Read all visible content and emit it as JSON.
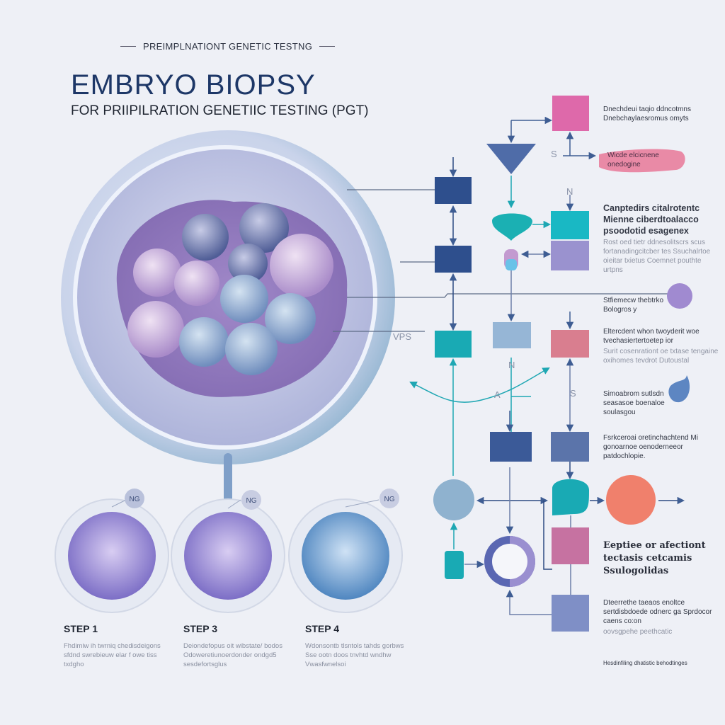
{
  "header": {
    "kicker": "PREIMPLNATIONT GENETIC TESTNG",
    "title": "EMBRYO BIOPSY",
    "subtitle": "FOR PRIIPILRATION GENETIIC TESTING (PGT)"
  },
  "embryo": {
    "side_label": "VPS"
  },
  "steps": [
    {
      "badge": "NG",
      "label": "STEP 1",
      "desc": "Fhdimiw ih twrniq chedisdeigons sfdnd swrebieuw elar f owe tiss txdgho"
    },
    {
      "badge": "NG",
      "label": "STEP 3",
      "desc": "Deiondefopus oit wibstate/ bodos Odoweretiunoerdonder ondgd5 sesdefortsglus"
    },
    {
      "badge": "NG",
      "label": "STEP 4",
      "desc": "Wdonsontb tlsntols tahds gorbws Sse ootn doos tnvhtd wndhw Vwasfwnelsoi"
    }
  ],
  "flow_labels": {
    "s1": "S",
    "n1": "N",
    "n2": "N",
    "a1": "A",
    "s2": "S"
  },
  "side_notes": [
    {
      "type": "rt",
      "text": "Dnechdeui taqio ddncotmns Dnebchaylaesromus omyts"
    },
    {
      "type": "pill",
      "text": "Wicde elcicnene onedogine"
    },
    {
      "type": "rh",
      "text": "Canptedirs citalrotentc Mienne ciberdtoalacco psoodotid esagenex",
      "sub": "Rost oed tietr ddnesolitscrs scus fortanadingcitcber tes Ssuchalrtoe oieitar txietus Coemnet pouthte urtpns"
    },
    {
      "type": "rh_small",
      "text": "Stfiemecw thebtrko Bologros y"
    },
    {
      "type": "rt",
      "text": "Eltercdent whon twoyderit woe tvechasiertertoetep ior",
      "sub": "Surit cosenrationt oe txtase tengaine oxihomes tevdrot Dutoustal"
    },
    {
      "type": "rt",
      "text": "Simoabrom sutlsdn seasasoe boenaloe soulasgou"
    },
    {
      "type": "rt",
      "text": "Fsrkceroai oretinchachtend Mi gonoarnoe oenoderneeor patdochlopie."
    },
    {
      "type": "big",
      "text": "Eeptiee or afectiont tectasis cetcamis Ssulogolidas"
    },
    {
      "type": "rt",
      "text": "Dteerrethe taeaos enoltce sertdisbdoede odnerc ga Sprdocor caens co:on",
      "sub": "oovsgpehe peethcatic"
    }
  ],
  "footer_note": "Hesdinfiling dhatistic behodtinges"
}
